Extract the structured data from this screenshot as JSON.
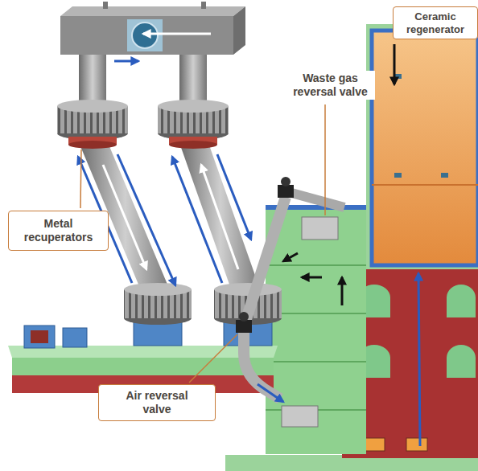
{
  "diagram": {
    "nodes": [
      {
        "text": [
          "Ceramic regenerator"
        ]
      },
      {
        "text": [
          "Metal recuperators"
        ]
      },
      {
        "text": [
          "Air reversal valve"
        ]
      }
    ],
    "labels": [
      "Waste gas reversal valve"
    ]
  }
}
